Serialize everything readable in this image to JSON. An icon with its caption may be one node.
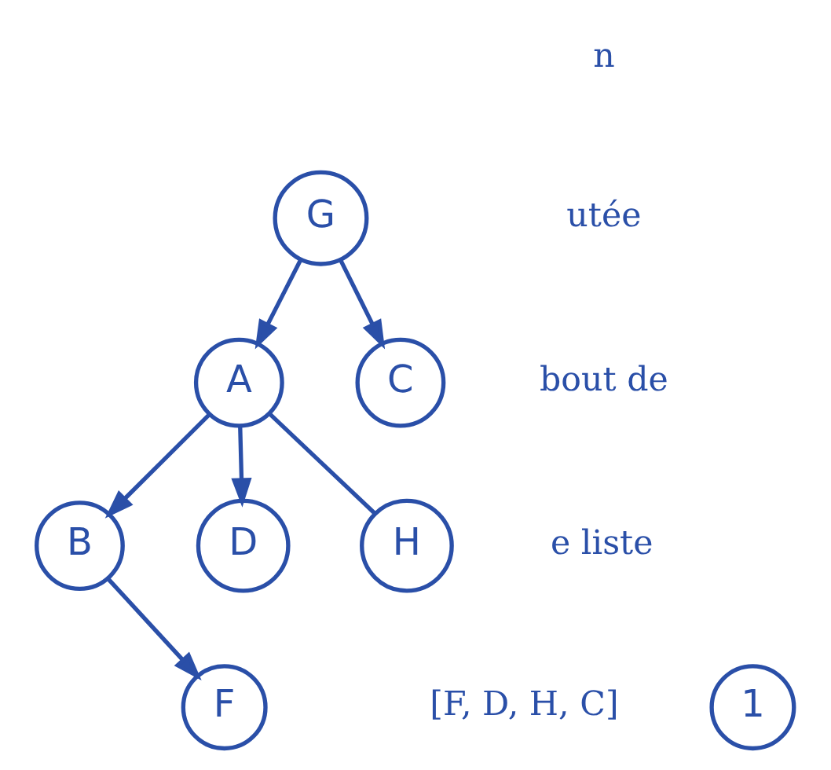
{
  "diagram": {
    "nodes": [
      {
        "text": [
          "G"
        ]
      },
      {
        "text": [
          "A"
        ]
      },
      {
        "text": [
          "C"
        ]
      },
      {
        "text": [
          "B"
        ]
      },
      {
        "text": [
          "D"
        ]
      },
      {
        "text": [
          "H"
        ]
      },
      {
        "text": [
          "F"
        ]
      },
      {
        "text": [
          "1"
        ]
      }
    ],
    "edges": [
      {
        "from": 0,
        "to": 1,
        "arrow": "to"
      },
      {
        "from": 0,
        "to": 2,
        "arrow": "to"
      },
      {
        "from": 1,
        "to": 3,
        "arrow": "to"
      },
      {
        "from": 1,
        "to": 4,
        "arrow": "to"
      },
      {
        "from": 1,
        "to": 5,
        "arrow": "none"
      },
      {
        "from": 3,
        "to": 6,
        "arrow": "to"
      }
    ],
    "labels": [
      "n",
      "utée",
      "bout de",
      "e liste",
      "[F, D, H, C]"
    ]
  }
}
